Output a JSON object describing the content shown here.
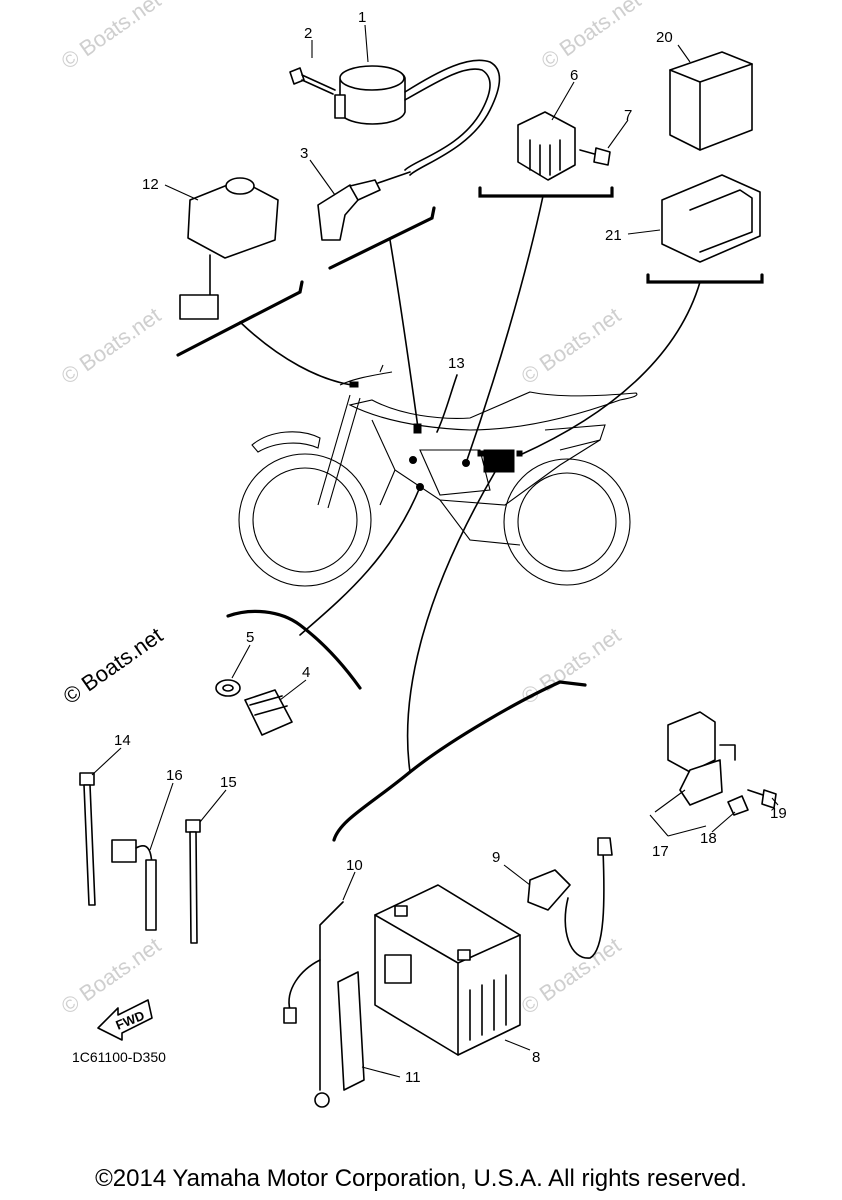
{
  "diagram": {
    "part_labels": {
      "p1": "1",
      "p2": "2",
      "p3": "3",
      "p4": "4",
      "p5": "5",
      "p6": "6",
      "p7": "7",
      "p8": "8",
      "p9": "9",
      "p10": "10",
      "p11": "11",
      "p12": "12",
      "p13": "13",
      "p14": "14",
      "p15": "15",
      "p16": "16",
      "p17": "17",
      "p18": "18",
      "p19": "19",
      "p20": "20",
      "p21": "21"
    },
    "diagram_code": "1C61100-D350",
    "fwd_label": "FWD",
    "watermark": "© Boats.net",
    "watermark_faint": "© Boats.net"
  },
  "footer": {
    "copyright": "©2014 Yamaha Motor Corporation, U.S.A. All rights reserved."
  }
}
